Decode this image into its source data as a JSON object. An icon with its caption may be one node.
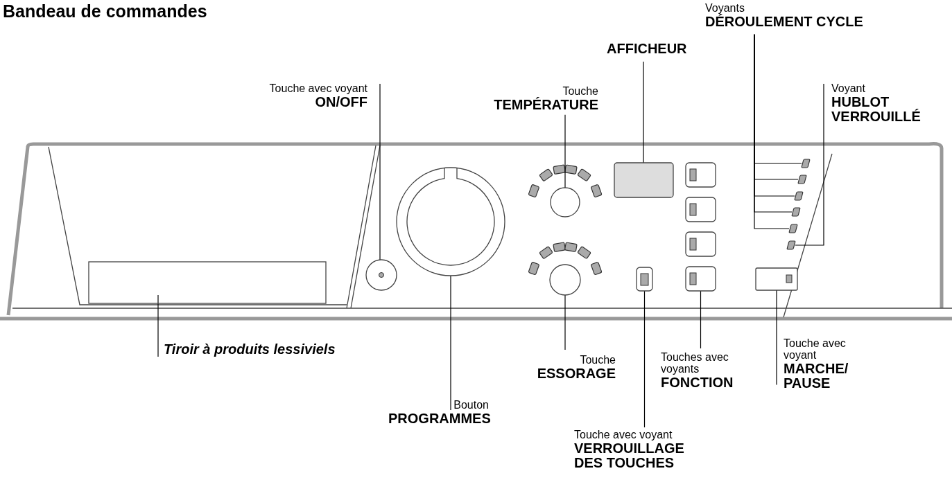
{
  "diagram": {
    "title": "Bandeau de commandes",
    "nodes": [
      {
        "text": [
          "Touche avec voyant",
          "ON/OFF"
        ]
      },
      {
        "text": [
          "Touche",
          "TEMPÉRATURE"
        ]
      },
      {
        "text": [
          "AFFICHEUR"
        ]
      },
      {
        "text": [
          "Voyants",
          "DÉROULEMENT CYCLE"
        ]
      },
      {
        "text": [
          "Voyant",
          "HUBLOT VERROUILLÉ"
        ]
      },
      {
        "text": [
          "Tiroir à produits lessiviels"
        ]
      },
      {
        "text": [
          "Bouton",
          "PROGRAMMES"
        ]
      },
      {
        "text": [
          "Touche",
          "ESSORAGE"
        ]
      },
      {
        "text": [
          "Touche avec voyant",
          "VERROUILLAGE DES TOUCHES"
        ]
      },
      {
        "text": [
          "Touches avec voyants",
          "FONCTION"
        ]
      },
      {
        "text": [
          "Touche avec voyant",
          "MARCHE/ PAUSE"
        ]
      },
      {
        "text": [],
        "shape": "box"
      },
      {
        "text": [],
        "shape": "circle"
      },
      {
        "text": [],
        "shape": "circle"
      },
      {
        "text": [],
        "shape": "circle"
      },
      {
        "text": [],
        "shape": "circle"
      },
      {
        "text": [],
        "shape": "box"
      },
      {
        "text": [],
        "shape": "box"
      },
      {
        "text": [],
        "shape": "box"
      },
      {
        "text": [],
        "shape": "box"
      },
      {
        "text": [],
        "shape": "box"
      },
      {
        "text": [],
        "shape": "box"
      },
      {
        "text": [],
        "shape": "box"
      },
      {
        "text": [],
        "shape": "box"
      },
      {
        "text": [],
        "shape": "box"
      },
      {
        "text": [],
        "shape": "box"
      },
      {
        "text": [],
        "shape": "box"
      },
      {
        "text": [],
        "shape": "box"
      },
      {
        "text": [],
        "shape": "box"
      }
    ],
    "edges": [
      {
        "from": 0,
        "to": 12,
        "arrow": "none"
      },
      {
        "from": 1,
        "to": 14,
        "arrow": "none"
      },
      {
        "from": 2,
        "to": 17,
        "arrow": "none"
      },
      {
        "from": 3,
        "to": 19,
        "arrow": "none"
      },
      {
        "from": 3,
        "to": 20,
        "arrow": "none"
      },
      {
        "from": 3,
        "to": 21,
        "arrow": "none"
      },
      {
        "from": 3,
        "to": 22,
        "arrow": "none"
      },
      {
        "from": 3,
        "to": 23,
        "arrow": "none"
      },
      {
        "from": 4,
        "to": 24,
        "arrow": "none"
      },
      {
        "from": 5,
        "to": 11,
        "arrow": "none"
      },
      {
        "from": 6,
        "to": 13,
        "arrow": "none"
      },
      {
        "from": 7,
        "to": 15,
        "arrow": "none"
      },
      {
        "from": 8,
        "to": 16,
        "arrow": "none"
      },
      {
        "from": 9,
        "to": 18,
        "arrow": "none"
      },
      {
        "from": 10,
        "to": 25,
        "arrow": "none"
      }
    ]
  }
}
